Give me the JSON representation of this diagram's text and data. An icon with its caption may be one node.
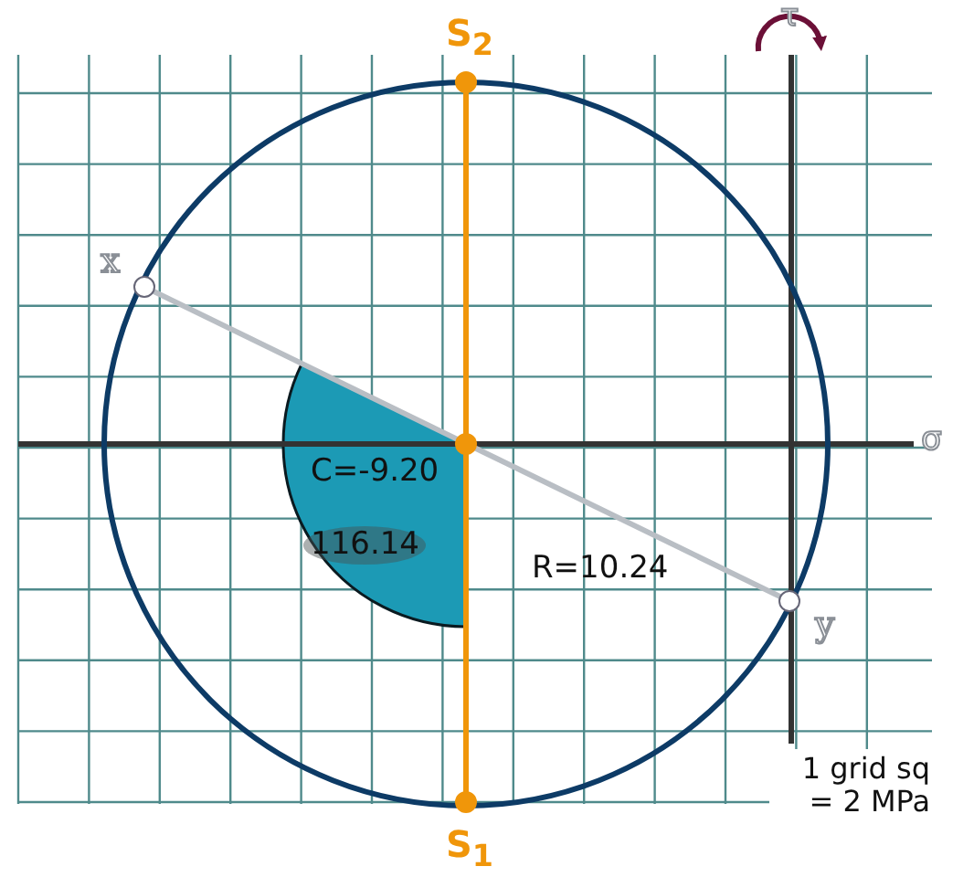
{
  "diagram": {
    "nodes": [
      {
        "text": [
          "x"
        ]
      },
      {
        "text": [
          "y"
        ]
      },
      {
        "text": [
          "S$_{2}$"
        ]
      },
      {
        "text": [
          "S$_{1}$"
        ]
      }
    ],
    "edges": [
      {
        "from": 0,
        "to": 1,
        "arrow": "none"
      },
      {
        "from": 2,
        "to": 3,
        "arrow": "none",
        "color": "#f0960a"
      }
    ],
    "labels": [
      "τ",
      "σ",
      "C=-9.20",
      "116.14",
      "R=10.24",
      "1 grid sq = 2 MPa"
    ]
  }
}
